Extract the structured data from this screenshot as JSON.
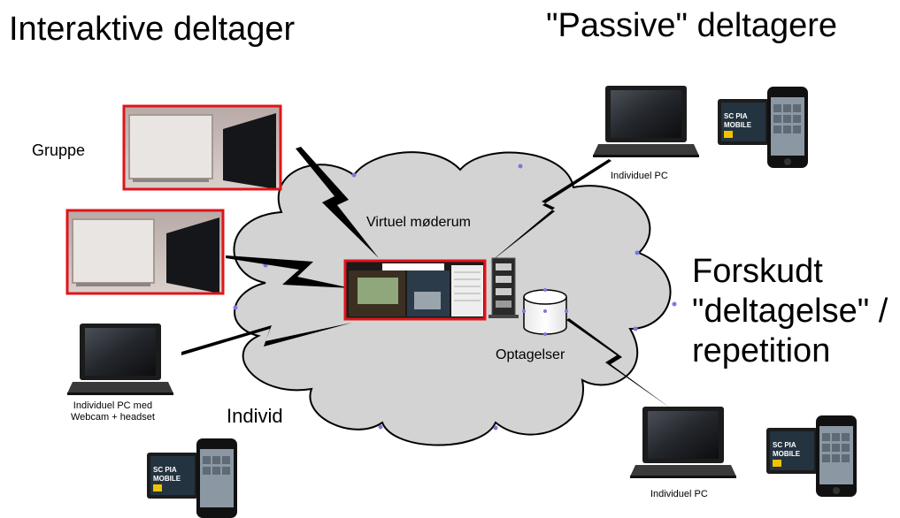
{
  "headings": {
    "interactive": "Interaktive deltager",
    "passive": "\"Passive\" deltagere",
    "deferred": [
      "Forskudt",
      "\"deltagelse\" /",
      "repetition"
    ]
  },
  "labels": {
    "group": "Gruppe",
    "virtual_room": "Virtuel møderum",
    "recordings": "Optagelser",
    "individual": "Individ",
    "pc_top": "Individuel PC",
    "pc_bottom": "Individuel PC",
    "pc_webcam": [
      "Individuel PC med",
      "Webcam + headset"
    ]
  },
  "tablet_text": [
    "SC PIA",
    "MOBILE"
  ],
  "colors": {
    "cloud_fill": "#d3d3d3",
    "frame_red": "#e0141a",
    "bolt": "#000000",
    "text": "#000000"
  }
}
